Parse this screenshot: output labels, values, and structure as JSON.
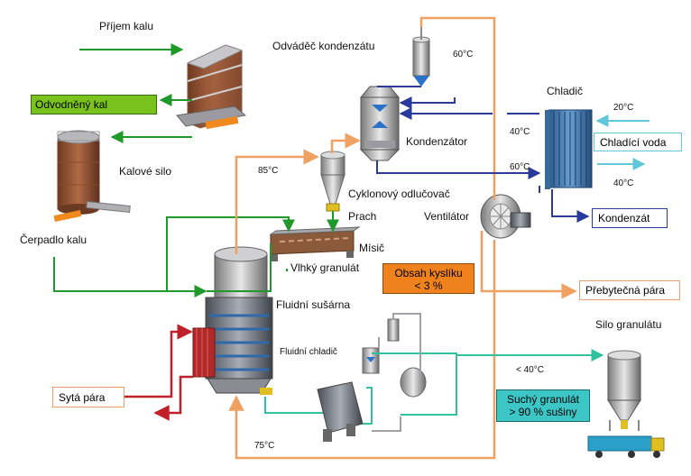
{
  "labels": {
    "prijem_kalu": "Příjem kalu",
    "odvadec": "Odváděč kondenzátu",
    "t60_top": "60°C",
    "chladic": "Chladič",
    "t20": "20°C",
    "kondenzator": "Kondenzátor",
    "t40_left": "40°C",
    "t60_mid": "60°C",
    "t40_right": "40°C",
    "kalove_silo": "Kalové silo",
    "t85": "85°C",
    "cyklonovy": "Cyklonový odlučovač",
    "prach": "Prach",
    "ventilator": "Ventilátor",
    "cerpadlo": "Čerpadlo kalu",
    "misic": "Mísič",
    "vlhky": "Vlhký granulát",
    "fluidni_susarna": "Fluidní sušárna",
    "silo_granulatu": "Silo granulátu",
    "fluidni_chladic": "Fluidní chladič",
    "t_lt40": "< 40°C",
    "t75": "75°C"
  },
  "boxes": {
    "odvodneny_kal": "Odvodněný kal",
    "chladici_voda": "Chladící voda",
    "kondenzat": "Kondenzát",
    "obsah_kysliku_1": "Obsah kyslíku",
    "obsah_kysliku_2": "< 3 %",
    "prebytecna_para": "Přebytečná pára",
    "syta_para": "Sytá pára",
    "suchy_granulat_1": "Suchý granulát",
    "suchy_granulat_2": "> 90 % sušiny"
  },
  "colors": {
    "green_line": "#1f9a2a",
    "orange_line": "#f0a060",
    "blue_line": "#2a3a9a",
    "teal_line": "#33c0a0",
    "red_line": "#c0202a",
    "light_blue_line": "#60c8d8",
    "odvodneny_fill": "#7ac21e",
    "kyslik_fill": "#f0821e",
    "suchy_fill": "#3cc6c6"
  }
}
